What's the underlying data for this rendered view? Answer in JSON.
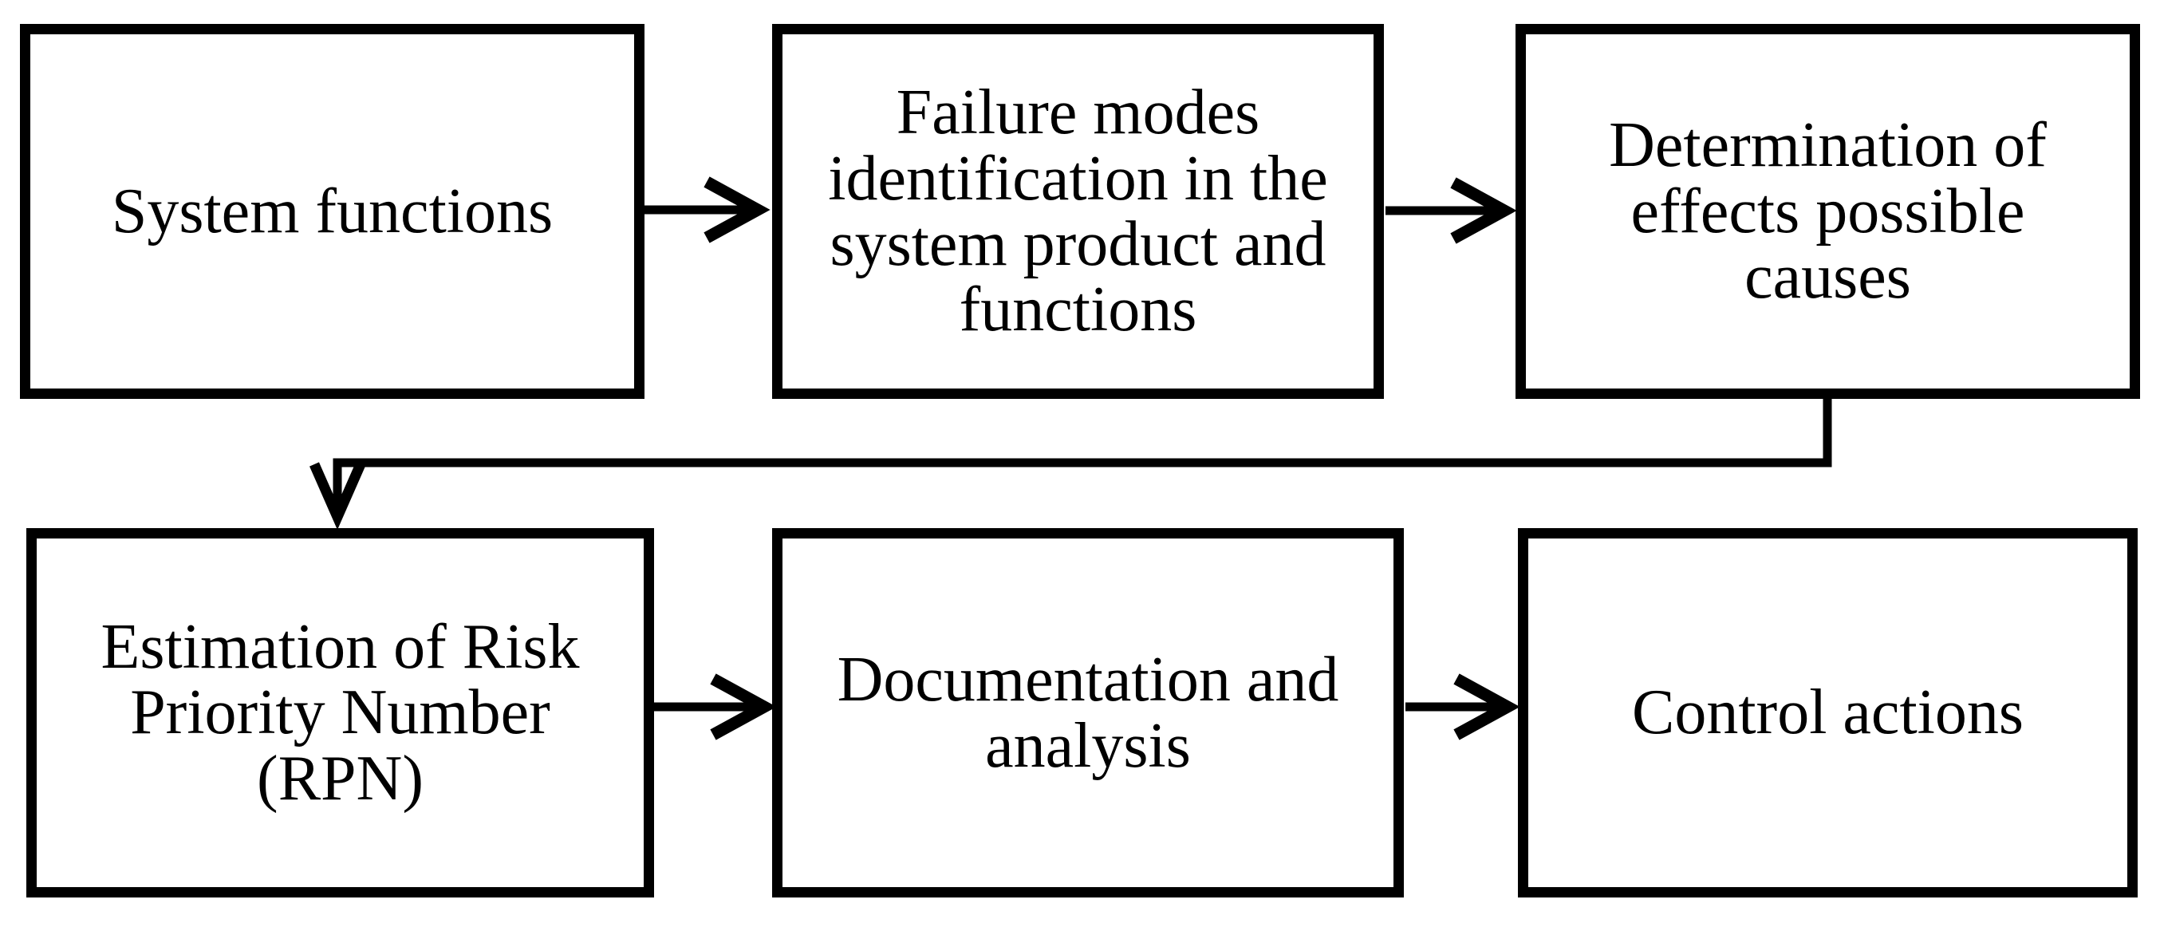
{
  "diagram": {
    "background": "#ffffff",
    "line_color": "#000000",
    "boxes": [
      {
        "id": "system-functions",
        "label": "System functions"
      },
      {
        "id": "failure-modes",
        "label": "Failure modes\nidentification in the\nsystem product and\nfunctions"
      },
      {
        "id": "determination-effects",
        "label": "Determination of\neffects possible\ncauses"
      },
      {
        "id": "rpn-estimation",
        "label": "Estimation of Risk\nPriority Number\n(RPN)"
      },
      {
        "id": "documentation",
        "label": "Documentation and\nanalysis"
      },
      {
        "id": "control-actions",
        "label": "Control actions"
      }
    ],
    "connections": [
      {
        "from": "system-functions",
        "to": "failure-modes",
        "style": "straight-arrow-right"
      },
      {
        "from": "failure-modes",
        "to": "determination-effects",
        "style": "straight-arrow-right"
      },
      {
        "from": "determination-effects",
        "to": "rpn-estimation",
        "style": "elbow-down-left-down"
      },
      {
        "from": "rpn-estimation",
        "to": "documentation",
        "style": "straight-arrow-right"
      },
      {
        "from": "documentation",
        "to": "control-actions",
        "style": "straight-arrow-right"
      }
    ]
  }
}
